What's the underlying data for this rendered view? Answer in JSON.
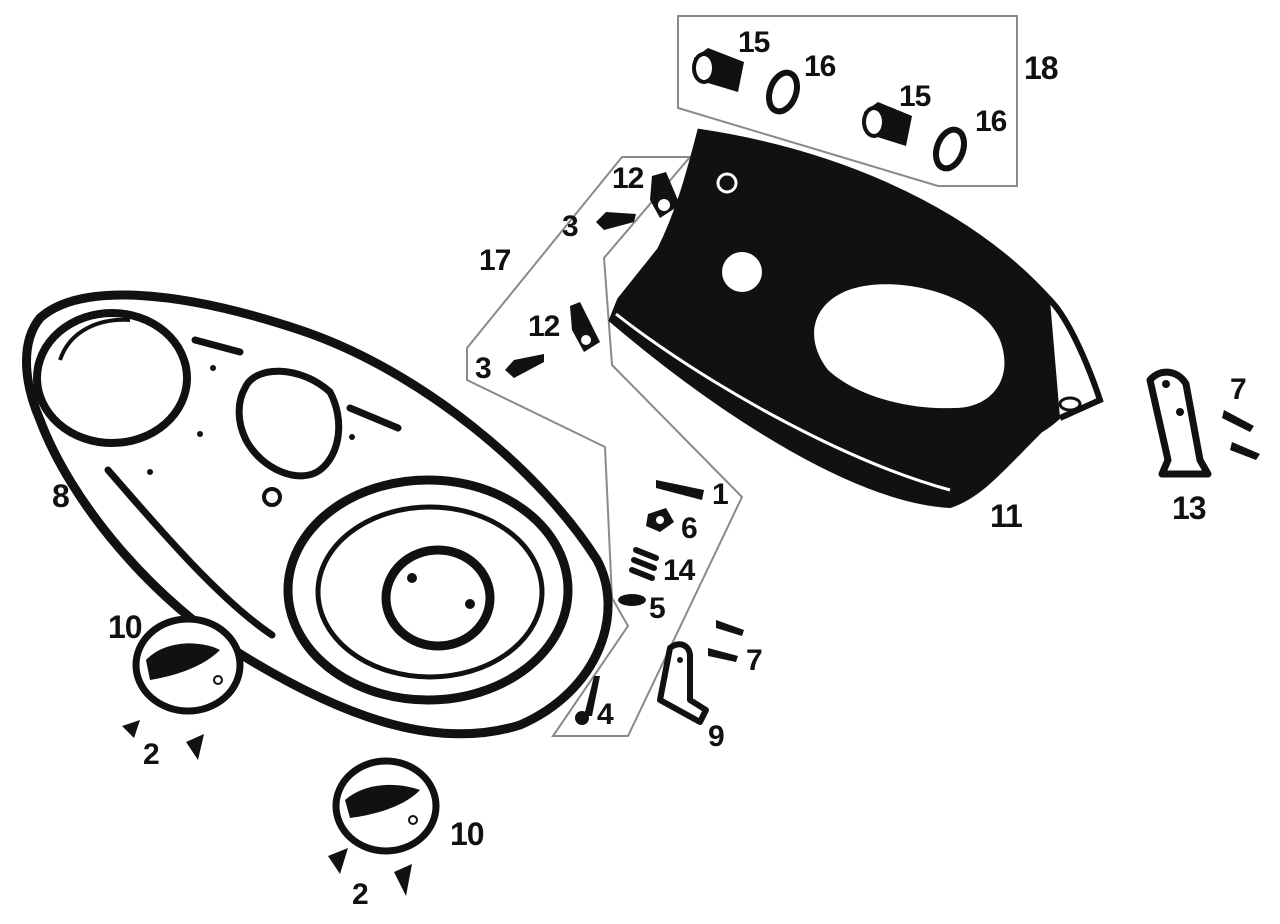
{
  "colors": {
    "ink": "#111111",
    "paper": "#ffffff",
    "frame": "#8a8a8a"
  },
  "callouts": {
    "c1": "1",
    "c2a": "2",
    "c2b": "2",
    "c3a": "3",
    "c3b": "3",
    "c4": "4",
    "c5": "5",
    "c6": "6",
    "c7a": "7",
    "c7b": "7",
    "c8": "8",
    "c9": "9",
    "c10a": "10",
    "c10b": "10",
    "c11": "11",
    "c12a": "12",
    "c12b": "12",
    "c13": "13",
    "c14": "14",
    "c15a": "15",
    "c15b": "15",
    "c16a": "16",
    "c16b": "16",
    "c17": "17",
    "c18": "18"
  }
}
